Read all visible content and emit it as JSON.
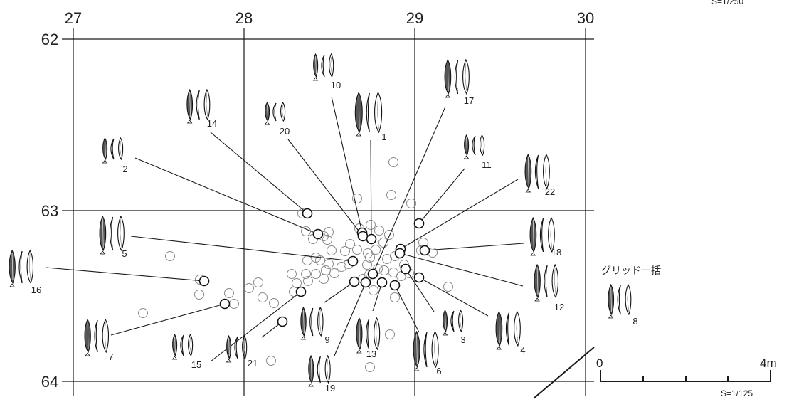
{
  "top_scale_text": "S=1/250",
  "grid": {
    "columns": [
      "27",
      "28",
      "29",
      "30"
    ],
    "rows": [
      "62",
      "63",
      "64"
    ]
  },
  "artifacts": [
    "1",
    "2",
    "3",
    "4",
    "5",
    "6",
    "7",
    "8",
    "9",
    "10",
    "11",
    "12",
    "13",
    "14",
    "15",
    "16",
    "17",
    "18",
    "19",
    "20",
    "21",
    "22"
  ],
  "grid_note": "グリッド一括",
  "scale_bar": {
    "start": "0",
    "end": "4m",
    "ratio": "S=1/125"
  },
  "colors": {
    "line": "#1a1a1a",
    "faint_circle": "#8a8a8a",
    "paper": "#ffffff"
  }
}
